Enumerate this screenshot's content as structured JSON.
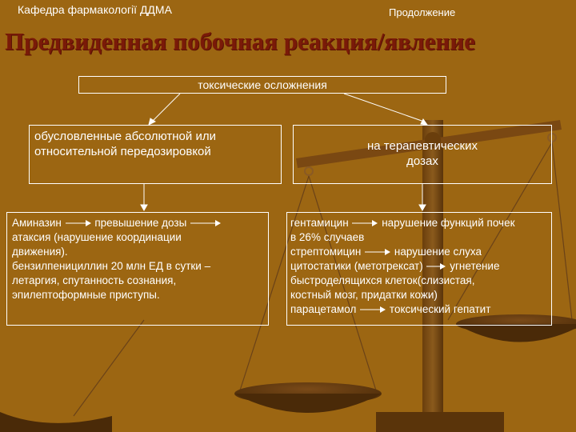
{
  "header": {
    "department": "Кафедра фармакології ДДМА",
    "continuation": "Продолжение"
  },
  "title": "Предвиденная побочная реакция/явление",
  "boxes": {
    "top": "токсические осложнения",
    "left": [
      "обусловленные абсолютной или",
      "относительной передозировкой"
    ],
    "right": [
      "на  терапевтических",
      "дозах"
    ]
  },
  "left_detail": {
    "l1a": "Аминазин",
    "l1b": "превышение дозы",
    "l2": "атаксия (нарушение координации",
    "l3": "движения).",
    "l4": "бензилпенициллин 20 млн ЕД в сутки –",
    "l5": "летаргия, спутанность сознания,",
    "l6": "эпилептоформные приступы."
  },
  "right_detail": {
    "l1a": "гентамицин",
    "l1b": "нарушение функций почек",
    "l2": "в 26% случаев",
    "l3a": "стрептомицин",
    "l3b": "нарушение слуха",
    "l4a": "цитостатики (метотрексат)",
    "l4b": "угнетение",
    "l5": " быстроделящихся клеток(слизистая,",
    "l6": "костный мозг, придатки кожи)",
    "l7a": "парацетамол",
    "l7b": "токсический гепатит"
  },
  "colors": {
    "background": "#9c6612",
    "title": "#7a1a08",
    "text": "#ffffff"
  }
}
